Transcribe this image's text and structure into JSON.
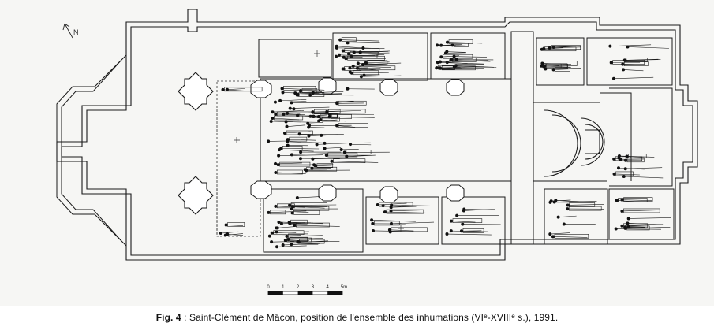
{
  "figure": {
    "caption_label": "Fig. 4",
    "caption_separator": " : ",
    "caption_text": "Saint-Clément de Mâcon, position de l'ensemble des inhumations (VIᵉ-XVIIIᵉ s.), 1991."
  },
  "scale_bar": {
    "ticks": [
      "0",
      "1",
      "2",
      "3",
      "4",
      "5m"
    ]
  },
  "north_arrow": {
    "label": "N"
  },
  "colors": {
    "ink": "#1a1a1a",
    "wall_fill": "#ffffff",
    "paper": "#f4f4f2"
  },
  "icons": [
    "north-arrow-icon",
    "scale-bar-icon"
  ]
}
